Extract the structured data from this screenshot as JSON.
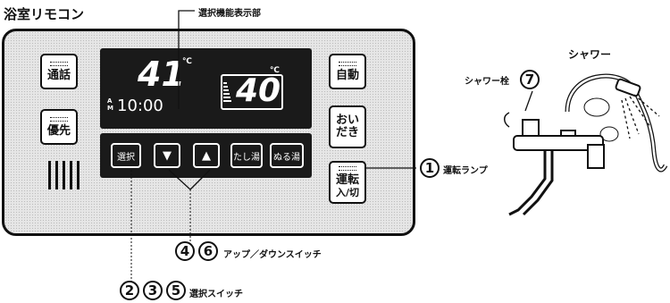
{
  "title": "浴室リモコン",
  "callouts": {
    "display_label": "選択機能表示部",
    "shower": "シャワー",
    "shower_tap": "シャワー栓",
    "run_lamp": "運転ランプ",
    "updown_switch": "アップ／ダウンスイッチ",
    "select_switch": "選択スイッチ"
  },
  "buttons": {
    "call": "通話",
    "priority": "優先",
    "auto": "自動",
    "reheat_1": "おい",
    "reheat_2": "だき",
    "run_1": "運転",
    "run_2": "入/切"
  },
  "display": {
    "left_temp": "41",
    "right_temp": "40",
    "unit": "℃",
    "time": "10:00",
    "ampm_top": "A",
    "ampm_bottom": "M"
  },
  "strip": {
    "select": "選択",
    "down": "▼",
    "up": "▲",
    "add_hot": "たし湯",
    "warm_water": "ぬる湯"
  },
  "numbers": {
    "n1": "1",
    "n2": "2",
    "n3": "3",
    "n4": "4",
    "n5": "5",
    "n6": "6",
    "n7": "7"
  }
}
